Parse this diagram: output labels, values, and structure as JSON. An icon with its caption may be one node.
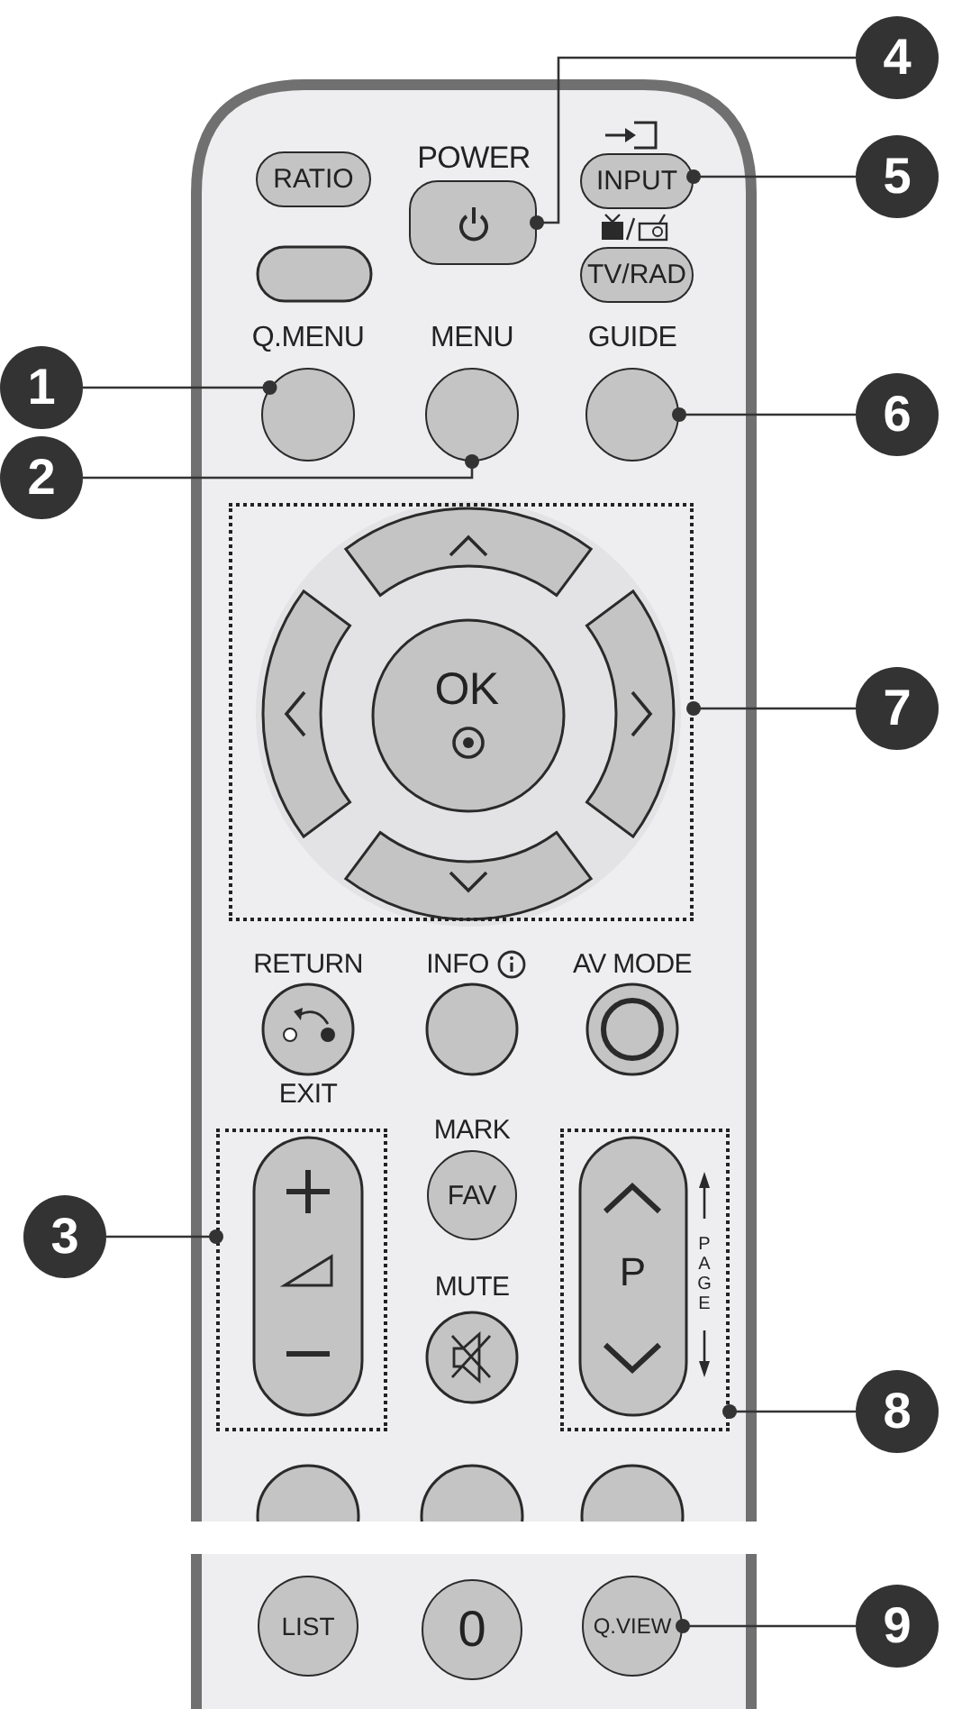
{
  "diagram": {
    "nodes": [
      {
        "text": [
          "4"
        ]
      },
      {
        "text": [],
        "shape": "box"
      },
      {
        "text": [
          "5"
        ]
      },
      {
        "text": [
          "INPUT"
        ]
      },
      {
        "text": [
          "1"
        ]
      },
      {
        "text": [],
        "shape": "circle"
      },
      {
        "text": [
          "2"
        ]
      },
      {
        "text": [],
        "shape": "circle"
      },
      {
        "text": [
          "6"
        ]
      },
      {
        "text": [],
        "shape": "circle"
      },
      {
        "text": [
          "7"
        ]
      },
      {
        "text": [],
        "shape": "box"
      },
      {
        "text": [
          "3"
        ]
      },
      {
        "text": [],
        "shape": "box"
      },
      {
        "text": [
          "8"
        ]
      },
      {
        "text": [],
        "shape": "box"
      },
      {
        "text": [
          "9"
        ]
      },
      {
        "text": [
          "Q.VIEW"
        ]
      },
      {
        "text": [
          "RATIO"
        ]
      },
      {
        "text": [
          "TV/RAD"
        ]
      },
      {
        "text": [
          "FAV"
        ]
      },
      {
        "text": [
          "LIST"
        ]
      },
      {
        "text": [
          "0"
        ]
      }
    ],
    "edges": [
      {
        "from": 0,
        "to": 1,
        "arrow": "other"
      },
      {
        "from": 2,
        "to": 3,
        "arrow": "other"
      },
      {
        "from": 4,
        "to": 5,
        "arrow": "other"
      },
      {
        "from": 6,
        "to": 7,
        "arrow": "other"
      },
      {
        "from": 8,
        "to": 9,
        "arrow": "other"
      },
      {
        "from": 10,
        "to": 11,
        "arrow": "other"
      },
      {
        "from": 12,
        "to": 13,
        "arrow": "other"
      },
      {
        "from": 14,
        "to": 15,
        "arrow": "other"
      },
      {
        "from": 16,
        "to": 17,
        "arrow": "other"
      }
    ],
    "labels": [
      "POWER",
      "Q.MENU",
      "MENU",
      "GUIDE",
      "OK",
      "RETURN",
      "INFO",
      "AV MODE",
      "EXIT",
      "MARK",
      "MUTE",
      "P",
      "PAGE"
    ]
  }
}
